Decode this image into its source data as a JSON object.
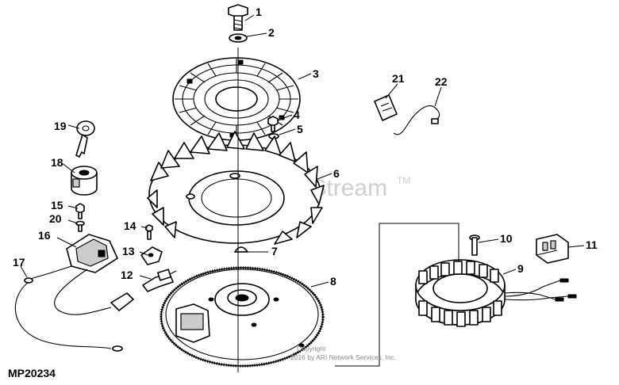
{
  "diagram_id": "MP20234",
  "watermark": {
    "text": "ARI PartStream",
    "tm": "TM"
  },
  "copyright": {
    "line1": "Copyright",
    "line2": "2016 by ARI Network Services, Inc."
  },
  "callouts": [
    "1",
    "2",
    "3",
    "4",
    "5",
    "6",
    "7",
    "8",
    "9",
    "10",
    "11",
    "12",
    "13",
    "14",
    "15",
    "16",
    "17",
    "18",
    "19",
    "20",
    "21",
    "22"
  ]
}
